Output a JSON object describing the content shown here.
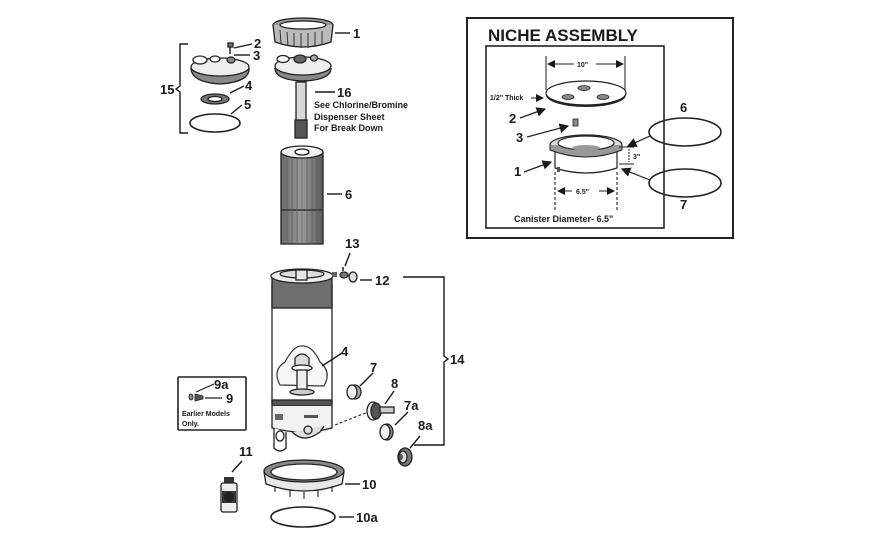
{
  "diagram": {
    "main_labels": {
      "p1": "1",
      "p2": "2",
      "p3": "3",
      "p4_lid": "4",
      "p5": "5",
      "p15": "15",
      "p16": "16",
      "p16_note_1": "See Chlorine/Bromine",
      "p16_note_2": "Dispenser Sheet",
      "p16_note_3": "For Break Down",
      "p6": "6",
      "p13": "13",
      "p12": "12",
      "p14": "14",
      "p4_body": "4",
      "p7": "7",
      "p8": "8",
      "p7a": "7a",
      "p8a": "8a",
      "p9a": "9a",
      "p9": "9",
      "earlier_1": "Earlier Models",
      "earlier_2": "Only.",
      "p11": "11",
      "p10": "10",
      "p10a": "10a"
    },
    "niche": {
      "title": "NICHE ASSEMBLY",
      "dim_width": "10\"",
      "thickness": "1/2\" Thick",
      "dim_height": "3\"",
      "dim_inner": "6.5\"",
      "caption": "Canister Diameter- 6.5\"",
      "l1": "1",
      "l2": "2",
      "l3": "3",
      "l6": "6",
      "l7": "7"
    }
  }
}
